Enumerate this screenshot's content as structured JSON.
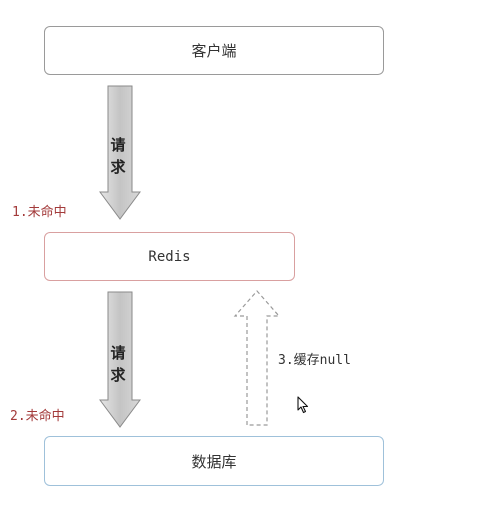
{
  "nodes": {
    "client": "客户端",
    "redis": "Redis",
    "database": "数据库"
  },
  "arrows": {
    "request_1": [
      "请",
      "求"
    ],
    "request_2": [
      "请",
      "求"
    ]
  },
  "labels": {
    "miss_1": "1.未命中",
    "miss_2": "2.未命中",
    "cache_null": "3.缓存null"
  },
  "colors": {
    "arrow_fill": "#c8c8c8",
    "miss_label": "#a33a3a",
    "redis_border": "#d9a0a0",
    "db_border": "#9fc1da",
    "client_border": "#9a9a9a"
  },
  "icons": {
    "cursor": "mouse-pointer-icon"
  }
}
